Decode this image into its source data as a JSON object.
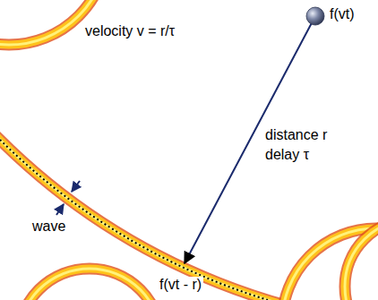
{
  "diagram": {
    "labels": [
      "f(vt)",
      "velocity v = r/τ",
      "distance r",
      "delay τ",
      "wave",
      "f(vt - r)"
    ]
  }
}
